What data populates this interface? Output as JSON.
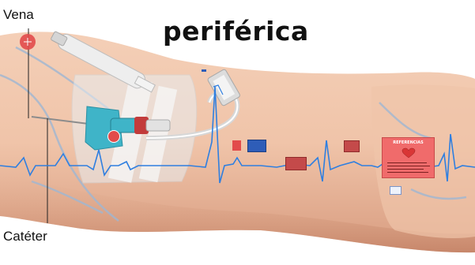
{
  "title": "periférica",
  "labels": {
    "vein": "Vena",
    "catheter": "Catéter"
  },
  "references_card": {
    "title": "REFERENCIAS"
  },
  "colors": {
    "skin": "#f1c7ad",
    "skin_shadow": "#d99d82",
    "ecg_line": "#2f7fe0",
    "node_red": "#e24b4b",
    "node_blue": "#2e5db8",
    "reference_card": "#f06b6b",
    "vein_blue": "#8eb0d6"
  },
  "icons": {
    "vein_marker": "red-circle-icon",
    "heart": "heart-icon",
    "thumbnail": "slide-thumbnail-icon"
  }
}
